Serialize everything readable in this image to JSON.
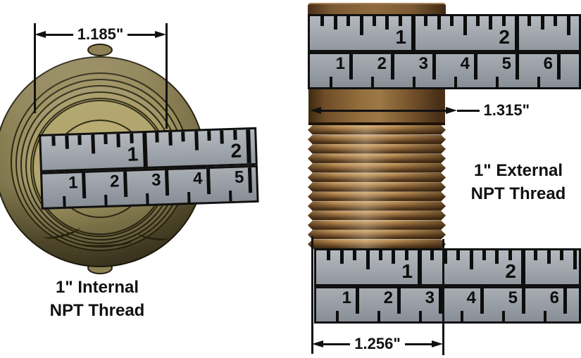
{
  "left_figure": {
    "dimension_label": "1.185\"",
    "caption": {
      "line1": "1\" Internal",
      "line2": "NPT Thread"
    }
  },
  "right_figure": {
    "top_dimension_label": "1.315\"",
    "bottom_dimension_label": "1.256\"",
    "caption": {
      "line1": "1\" External",
      "line2": "NPT Thread"
    }
  },
  "rulers": {
    "left": {
      "inch_numbers": [
        "1",
        "2"
      ],
      "cm_numbers": [
        "1",
        "2",
        "3",
        "4",
        "5"
      ]
    },
    "top_right": {
      "inch_numbers": [
        "1",
        "2"
      ],
      "cm_numbers": [
        "1",
        "2",
        "3",
        "4",
        "5",
        "6"
      ]
    },
    "bottom_right": {
      "inch_numbers": [
        "1",
        "2"
      ],
      "cm_numbers": [
        "1",
        "2",
        "3",
        "4",
        "5",
        "6"
      ]
    }
  },
  "colors": {
    "background": "#ffffff",
    "annotation": "#111111",
    "ruler_gray": "#a8adb4",
    "brass_olive": "#8d8156",
    "brass_light": "#b2a66e",
    "bronze_light": "#c9a068",
    "bronze_dark": "#4a3116"
  }
}
